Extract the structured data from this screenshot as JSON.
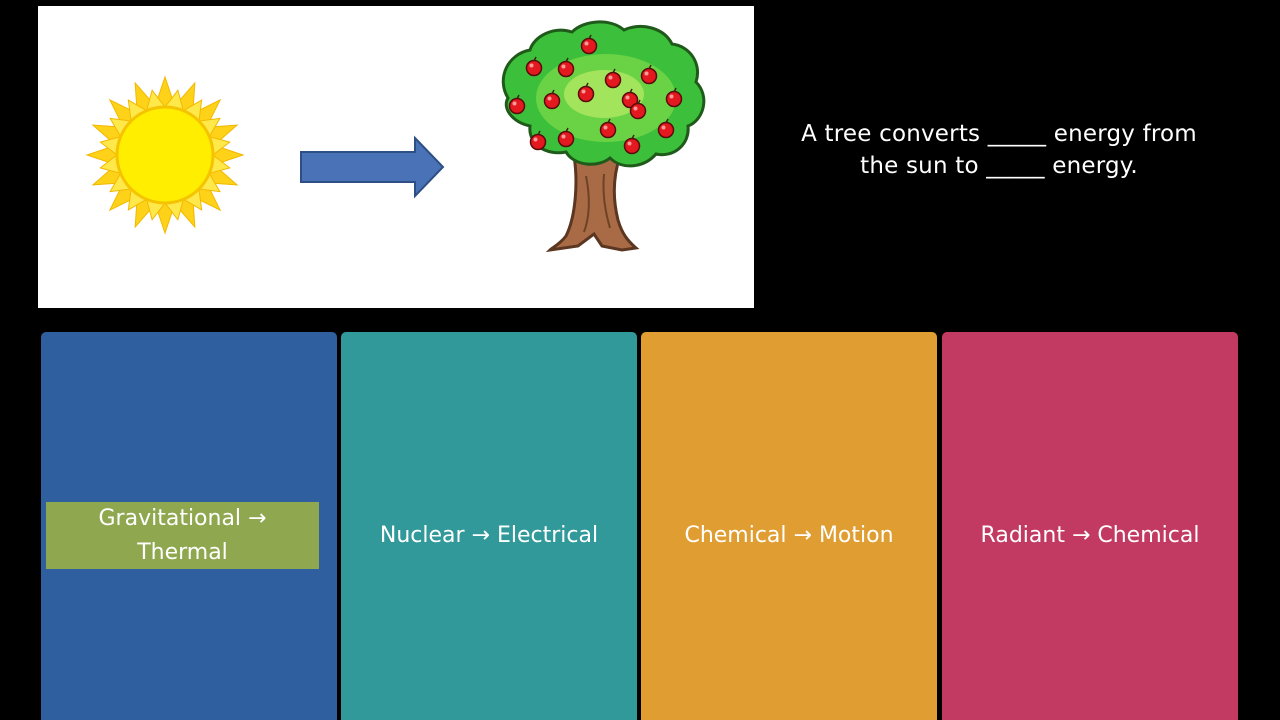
{
  "question": {
    "line1": "A tree converts _____ energy from",
    "line2": "the sun to _____ energy."
  },
  "picture": {
    "sun": "sun-image",
    "arrow": "right-arrow-icon",
    "tree": "apple-tree-image",
    "arrow_color": "#4a72b6"
  },
  "answers": [
    {
      "label": "Gravitational → Thermal",
      "line1": "Gravitational →",
      "line2": "Thermal",
      "color": "#2f5f9e",
      "highlight_color": "#8fa84f"
    },
    {
      "label": "Nuclear → Electrical",
      "color": "#32999b"
    },
    {
      "label": "Chemical → Motion",
      "color": "#e09e32"
    },
    {
      "label": "Radiant → Chemical",
      "color": "#c23a62"
    }
  ]
}
